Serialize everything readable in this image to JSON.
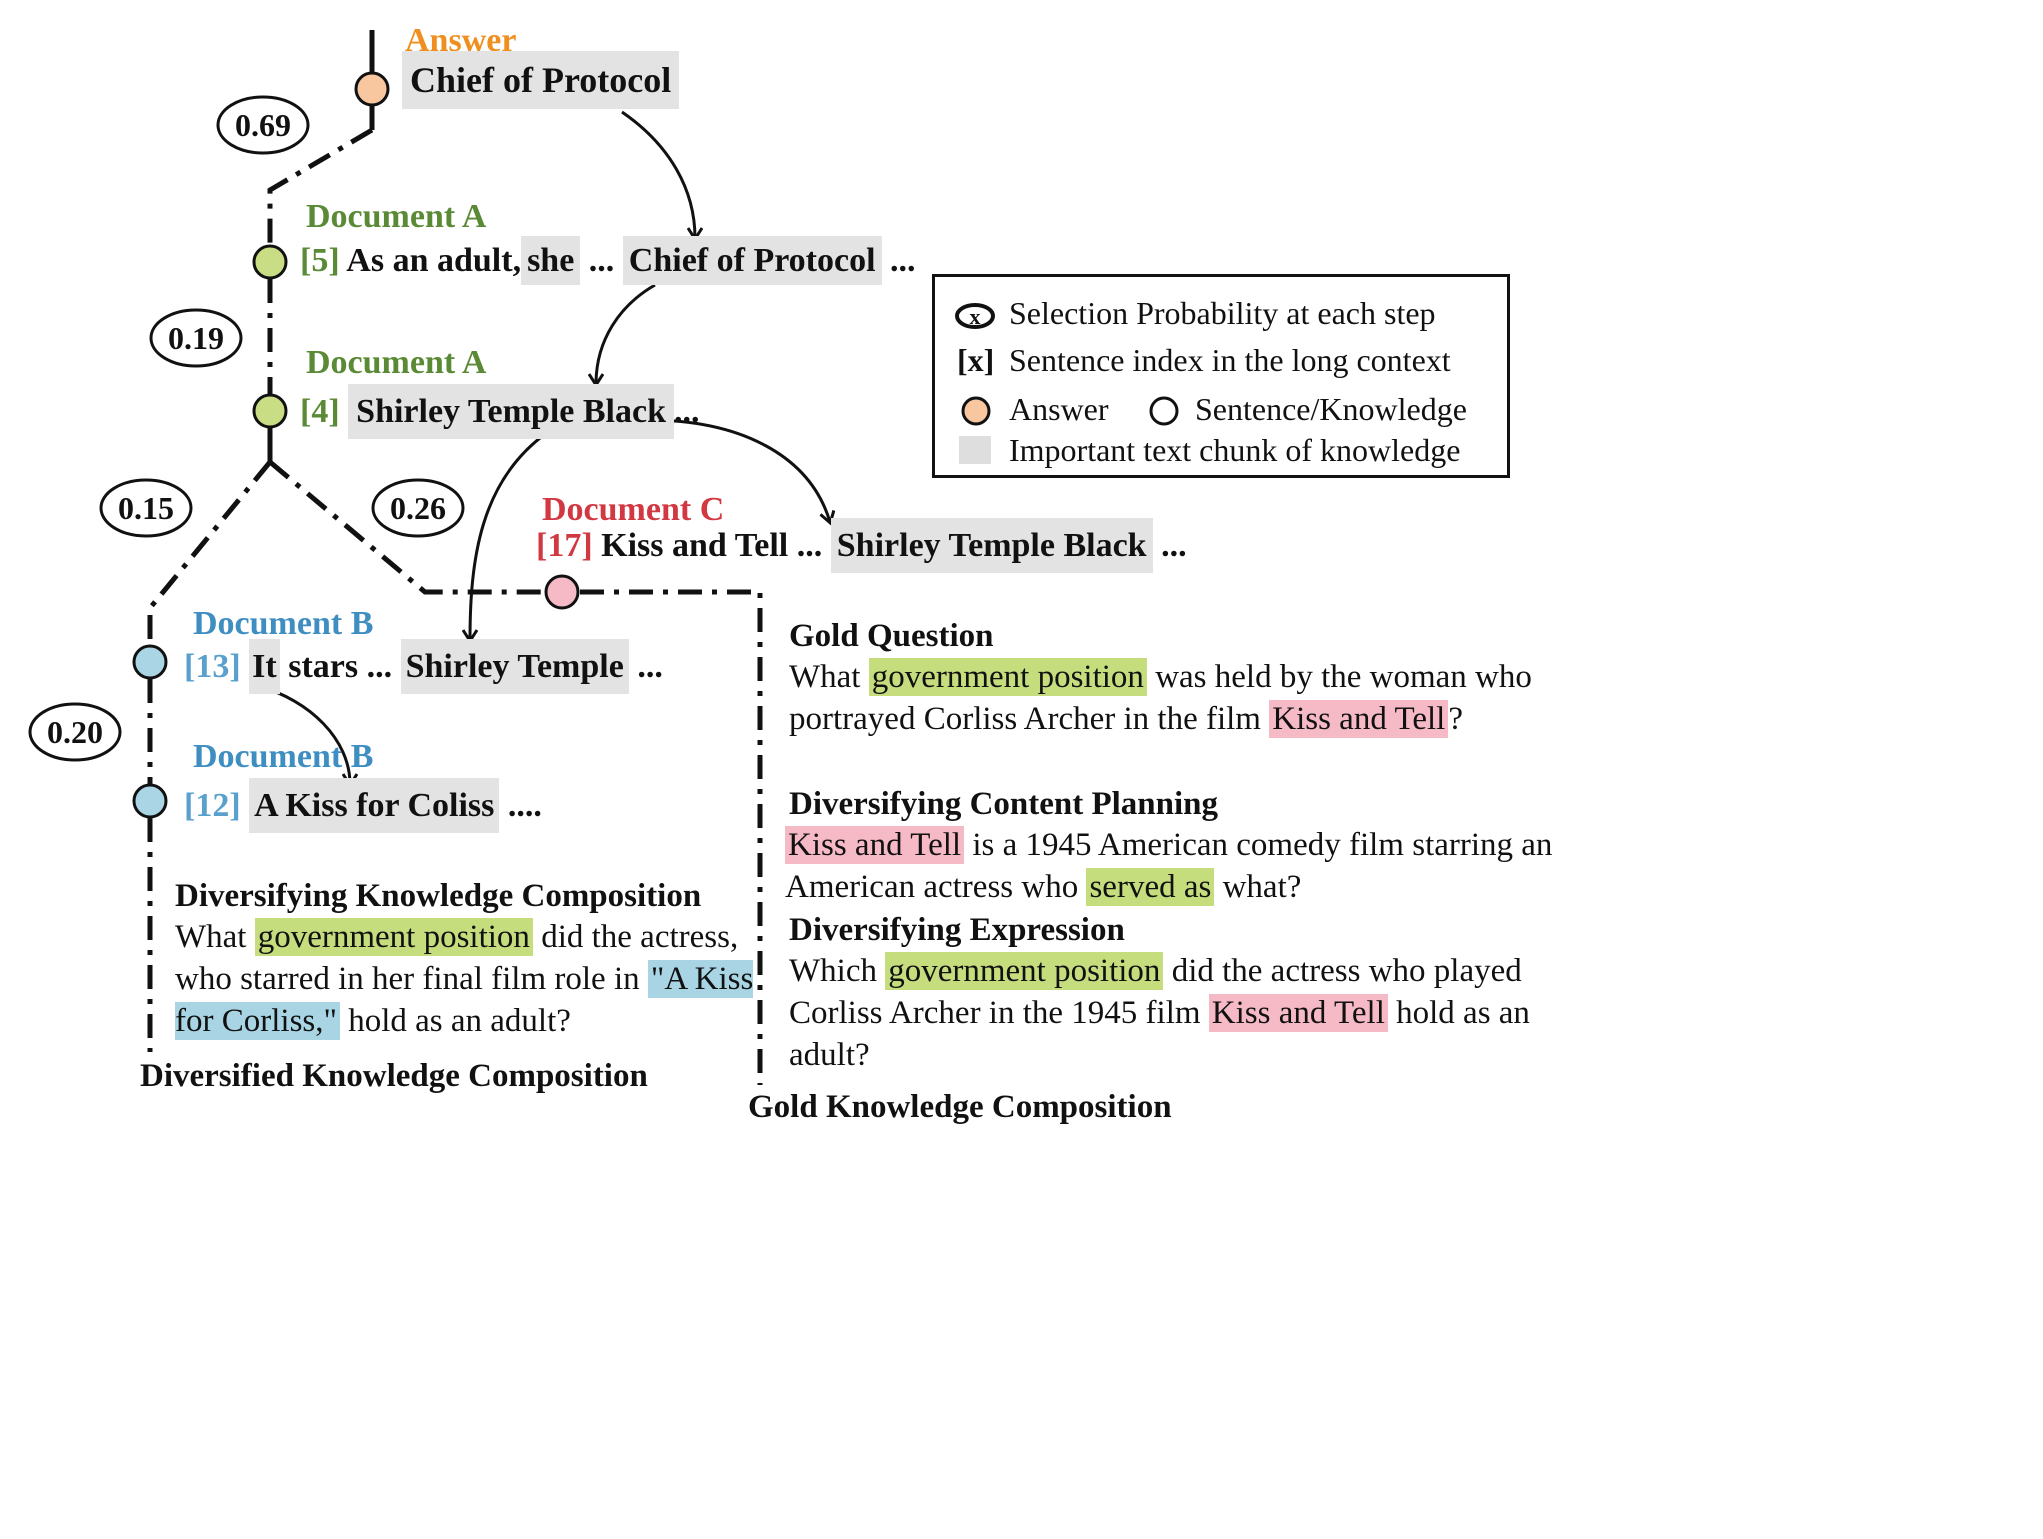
{
  "nodes": {
    "answer": {
      "label": "Answer",
      "text": "Chief of Protocol",
      "color": "#f8c69f"
    },
    "doc_a_5": {
      "label": "Document A",
      "index": "[5]",
      "text_before": "As an adult,",
      "chunk_1": "she",
      "text_mid": "...",
      "chunk_2": "Chief of Protocol",
      "text_after": "...",
      "color": "#c9dd84"
    },
    "doc_a_4": {
      "label": "Document A",
      "index": "[4]",
      "chunk": "Shirley Temple Black",
      "text_after": "...",
      "color": "#c9dd84"
    },
    "doc_c_17": {
      "label": "Document C",
      "index": "[17]",
      "text_before": "Kiss and Tell ...",
      "chunk": "Shirley Temple Black",
      "text_after": "...",
      "color": "#f6b9c6"
    },
    "doc_b_13": {
      "label": "Document B",
      "index": "[13]",
      "chunk_1": "It",
      "text_mid": "stars ...",
      "chunk_2": "Shirley Temple",
      "text_after": "...",
      "color": "#a9d5e5"
    },
    "doc_b_12": {
      "label": "Document B",
      "index": "[12]",
      "chunk": "A Kiss for Coliss",
      "text_after": "....",
      "color": "#a9d5e5"
    }
  },
  "probabilities": {
    "answer_docA5": "0.69",
    "docA5_docA4": "0.19",
    "docA4_docB13": "0.15",
    "docA4_docC17": "0.26",
    "docB13_docB12": "0.20"
  },
  "legend": {
    "prob_symbol": "x",
    "prob_text": "Selection Probability at each step",
    "index_symbol": "[x]",
    "index_text": "Sentence index in the long context",
    "answer_text": "Answer",
    "sentence_text": "Sentence/Knowledge",
    "chunk_text": "Important text chunk of knowledge"
  },
  "gold_question": {
    "title": "Gold Question",
    "p1": "What",
    "h1": "government position",
    "p2": "was held by the woman who portrayed Corliss Archer in the film",
    "h2": "Kiss and Tell",
    "p3": "?"
  },
  "content_planning": {
    "title": "Diversifying Content Planning",
    "h1": "Kiss and Tell",
    "p1": "is a 1945 American comedy film starring an American actress who",
    "h2": "served as",
    "p2": "what?"
  },
  "expression": {
    "title": "Diversifying Expression",
    "p1": "Which",
    "h1": "government position",
    "p2": "did the actress who played Corliss Archer in the 1945 film",
    "h2": "Kiss and Tell",
    "p3": "hold as an adult?"
  },
  "knowledge_composition": {
    "title": "Diversifying Knowledge Composition",
    "p1": "What",
    "h1": "government position",
    "p2": "did the actress, who starred in her final film role in",
    "h2": "\"A Kiss for Corliss,\"",
    "p3": "hold as an adult?"
  },
  "captions": {
    "diversified": "Diversified Knowledge Composition",
    "gold": "Gold Knowledge Composition"
  }
}
